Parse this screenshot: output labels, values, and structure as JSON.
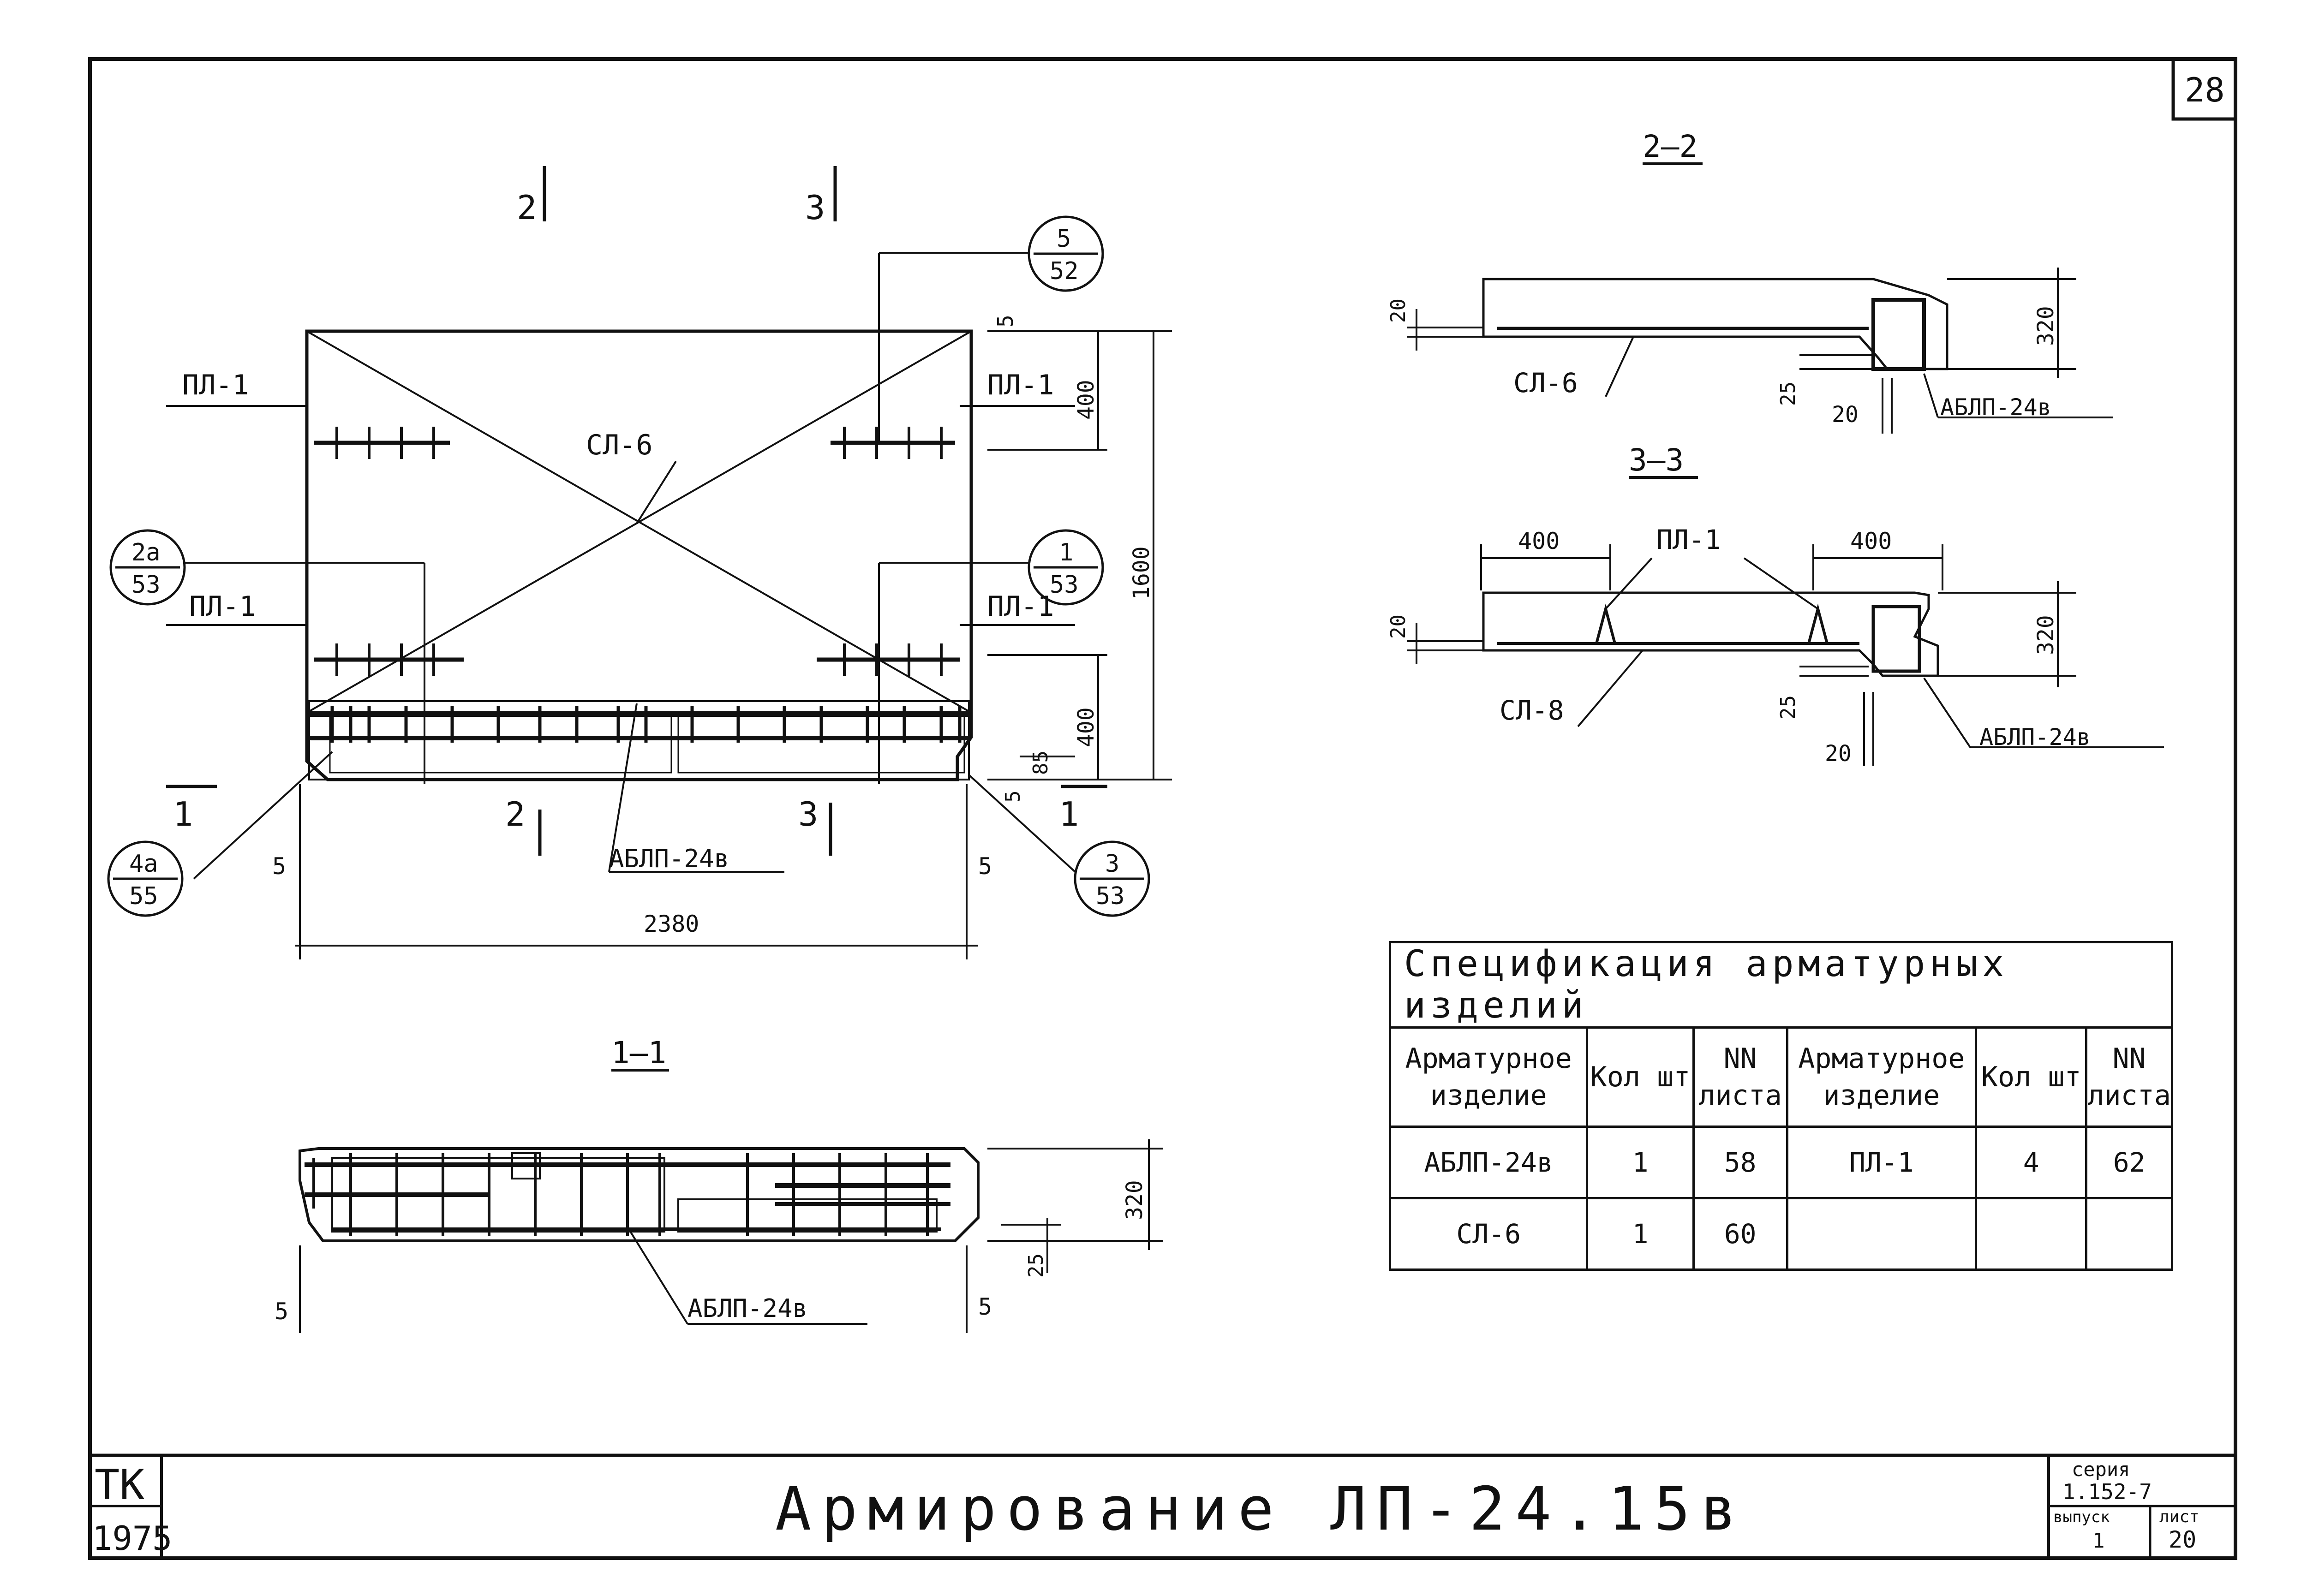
{
  "page": {
    "number": "28"
  },
  "drawing": {
    "plan": {
      "section_marks": [
        "2",
        "3",
        "2",
        "3",
        "1",
        "1"
      ],
      "dims": [
        "5",
        "400",
        "1600",
        "400",
        "85",
        "5",
        "5",
        "5",
        "2380"
      ],
      "labels": [
        "ПЛ-1",
        "ПЛ-1",
        "ПЛ-1",
        "ПЛ-1",
        "СЛ-6",
        "АБЛП-24в"
      ],
      "callouts": [
        {
          "top": "5",
          "bottom": "52"
        },
        {
          "top": "2а",
          "bottom": "53"
        },
        {
          "top": "1",
          "bottom": "53"
        },
        {
          "top": "4а",
          "bottom": "55"
        },
        {
          "top": "3",
          "bottom": "53"
        }
      ]
    },
    "section_11": {
      "title": "1–1",
      "dims": [
        "320",
        "25",
        "5",
        "5"
      ],
      "label": "АБЛП-24в"
    },
    "section_22": {
      "title": "2–2",
      "dims": [
        "20",
        "320",
        "25",
        "20"
      ],
      "labels": [
        "СЛ-6",
        "АБЛП-24в"
      ]
    },
    "section_33": {
      "title": "3–3",
      "dims": [
        "400",
        "400",
        "20",
        "320",
        "25",
        "20"
      ],
      "labels": [
        "ПЛ-1",
        "СЛ-8",
        "АБЛП-24в"
      ]
    }
  },
  "spec_table": {
    "caption": "Спецификация арматурных изделий",
    "headers": [
      "Арматурное изделие",
      "Кол шт",
      "NN листа",
      "Арматурное изделие",
      "Кол шт",
      "NN листа"
    ],
    "rows": [
      [
        "АБЛП-24в",
        "1",
        "58",
        "ПЛ-1",
        "4",
        "62"
      ],
      [
        "СЛ-6",
        "1",
        "60",
        "",
        "",
        ""
      ]
    ]
  },
  "title_block": {
    "org": "ТК",
    "year": "1975",
    "title": "Армирование ЛП-24.15в",
    "series_label": "серия",
    "series": "1.152-7",
    "issue_label": "выпуск",
    "issue": "1",
    "sheet_label": "лист",
    "sheet": "20"
  }
}
